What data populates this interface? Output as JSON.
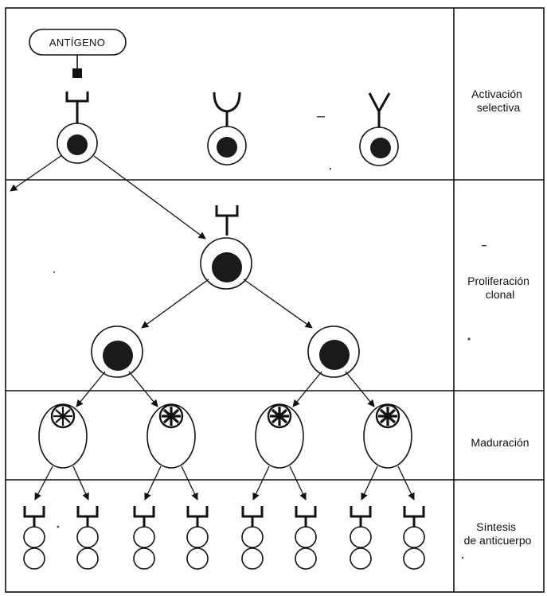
{
  "antigen": {
    "label": "ANTÍGENO"
  },
  "stages": [
    {
      "lines": [
        "Activación",
        "selectiva"
      ]
    },
    {
      "lines": [
        "Proliferación",
        "clonal"
      ]
    },
    {
      "lines": [
        "Maduración"
      ]
    },
    {
      "lines": [
        "Síntesis",
        "de anticuerpo"
      ]
    }
  ],
  "colors": {
    "ink": "#111111",
    "background": "#ffffff",
    "nucleus": "#1a1a1a"
  },
  "receptor_shapes": [
    "fork",
    "cup",
    "y"
  ]
}
